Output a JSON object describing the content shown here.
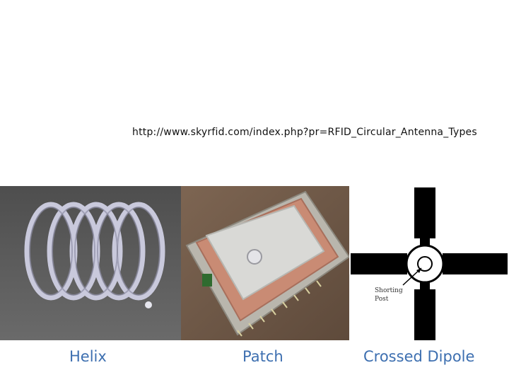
{
  "source_url": "http://www.skyrfid.com/index.php?pr=RFID_Circular_Antenna_Types",
  "panels": [
    {
      "label": "Helix"
    },
    {
      "label": "Patch"
    },
    {
      "label": "Crossed Dipole"
    }
  ],
  "dipole_annotation": {
    "line1": "Shorting",
    "line2": "Post"
  },
  "colors": {
    "caption": "#3d6fb0",
    "helix_bg": "#5a5a5a",
    "patch_ceramic": "#c98b74"
  }
}
